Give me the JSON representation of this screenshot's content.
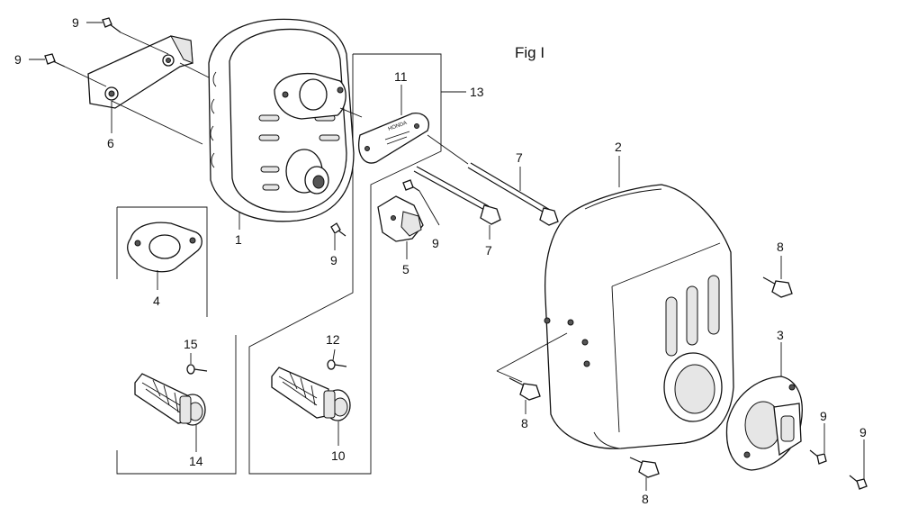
{
  "figure": {
    "title": "Fig I"
  },
  "labels": {
    "p9_a": "9",
    "p9_b": "9",
    "p6": "6",
    "p1": "1",
    "p4": "4",
    "p11": "11",
    "p13": "13",
    "p9_c": "9",
    "p9_d": "9",
    "p5": "5",
    "p7_a": "7",
    "p7_b": "7",
    "p2": "2",
    "p8_a": "8",
    "p8_b": "8",
    "p8_c": "8",
    "p3": "3",
    "p9_e": "9",
    "p9_f": "9",
    "p15": "15",
    "p14": "14",
    "p12": "12",
    "p10": "10"
  },
  "plate_text": "HONDA"
}
